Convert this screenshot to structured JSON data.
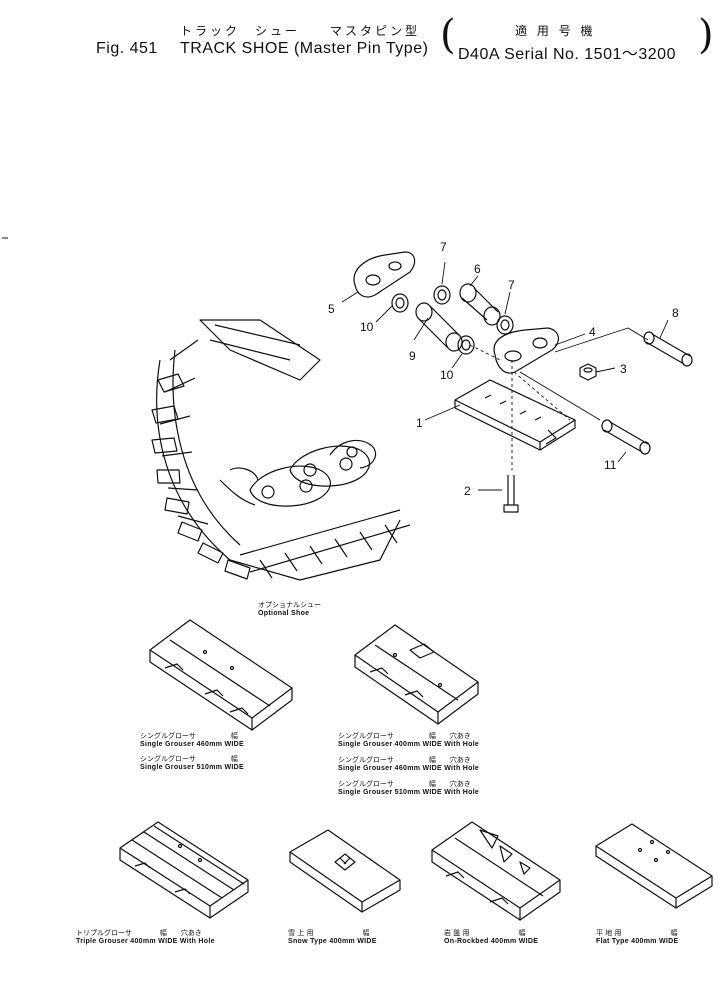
{
  "header": {
    "jp_line_left": "トラック　シュー　　マスタピン型",
    "jp_line_right": "適 用 号 機",
    "fig": "Fig. 451",
    "title": "TRACK SHOE (Master Pin Type)",
    "serial": "D40A Serial No. 1501～3200"
  },
  "callouts": {
    "c1": "1",
    "c2": "2",
    "c3": "3",
    "c4": "4",
    "c5": "5",
    "c6": "6",
    "c7a": "7",
    "c7b": "7",
    "c8": "8",
    "c9": "9",
    "c10a": "10",
    "c10b": "10",
    "c11": "11"
  },
  "optional": {
    "jp": "オプショナルシュー",
    "en": "Optional Shoe"
  },
  "shoes": {
    "s1": {
      "jp": "シングルグローサ　　　　　幅",
      "en": "Single  Grouser  460mm  WIDE"
    },
    "s2": {
      "jp": "シングルグローサ　　　　　幅",
      "en": "Single  Grouser  510mm  WIDE"
    },
    "h1": {
      "jp": "シングルグローサ　　　　　幅　　穴あき",
      "en": "Single  Grouser  400mm  WIDE  With  Hole"
    },
    "h2": {
      "jp": "シングルグローサ　　　　　幅　　穴あき",
      "en": "Single  Grouser  460mm  WIDE  With  Hole"
    },
    "h3": {
      "jp": "シングルグローサ　　　　　幅　　穴あき",
      "en": "Single  Grouser  510mm  WIDE  With  Hole"
    },
    "triple": {
      "jp": "トリプルグローサ　　　　幅　　穴あき",
      "en": "Triple  Grouser  400mm  WIDE  With  Hole"
    },
    "snow": {
      "jp": "雪 上 用　　　　　　　幅",
      "en": "Snow  Type  400mm  WIDE"
    },
    "rock": {
      "jp": "岩 盤 用　　　　　　　幅",
      "en": "On-Rockbed  400mm  WIDE"
    },
    "flat": {
      "jp": "平 地 用　　　　　　　幅",
      "en": "Flat  Type  400mm  WIDE"
    }
  }
}
